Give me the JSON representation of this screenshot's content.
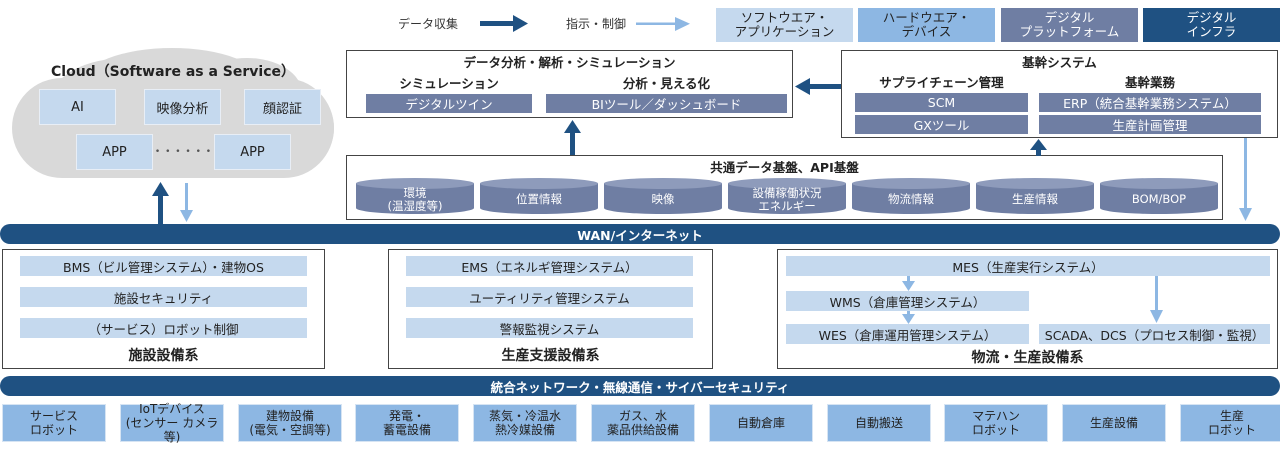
{
  "legend": {
    "data_collection": "データ収集",
    "instruction_control": "指示・制御",
    "categories": [
      {
        "label": "ソフトウエア・\nアプリケーション",
        "color": "#c5d9ee",
        "text_color": "#222222"
      },
      {
        "label": "ハードウエア・\nデバイス",
        "color": "#8db7e3",
        "text_color": "#222222"
      },
      {
        "label": "デジタル\nプラットフォーム",
        "color": "#6f7ea3",
        "text_color": "#ffffff"
      },
      {
        "label": "デジタル\nインフラ",
        "color": "#1f5182",
        "text_color": "#ffffff"
      }
    ],
    "arrow_colors": {
      "data_collection": "#1f5182",
      "instruction_control": "#8db7e3"
    }
  },
  "cloud": {
    "title": "Cloud（Software as a Service）",
    "row1": [
      "AI",
      "映像分析",
      "顔認証"
    ],
    "row2_left": "APP",
    "row2_dots": "• • • • • •",
    "row2_right": "APP"
  },
  "analytics": {
    "title": "データ分析・解析・シミュレーション",
    "left_heading": "シミュレーション",
    "left_item": "デジタルツイン",
    "right_heading": "分析・見える化",
    "right_item": "BIツール／ダッシュボード"
  },
  "core_system": {
    "title": "基幹システム",
    "left_heading": "サプライチェーン管理",
    "left_items": [
      "SCM",
      "GXツール"
    ],
    "right_heading": "基幹業務",
    "right_items": [
      "ERP（統合基幹業務システム）",
      "生産計画管理"
    ]
  },
  "data_platform": {
    "title": "共通データ基盤、API基盤",
    "stores": [
      "環境\n(温湿度等)",
      "位置情報",
      "映像",
      "設備稼働状況\nエネルギー",
      "物流情報",
      "生産情報",
      "BOM/BOP"
    ]
  },
  "wan": {
    "label": "WAN/インターネット"
  },
  "facility": {
    "title": "施設設備系",
    "items": [
      "BMS（ビル管理システム）・建物OS",
      "施設セキュリティ",
      "（サービス）ロボット制御"
    ]
  },
  "production_support": {
    "title": "生産支援設備系",
    "items": [
      "EMS（エネルギ管理システム）",
      "ユーティリティ管理システム",
      "警報監視システム"
    ]
  },
  "logistics_production": {
    "title": "物流・生産設備系",
    "mes": "MES（生産実行システム）",
    "wms": "WMS（倉庫管理システム）",
    "wes": "WES（倉庫運用管理システム）",
    "scada": "SCADA、DCS（プロセス制御・監視）"
  },
  "integrated_network": {
    "label": "統合ネットワーク・無線通信・サイバーセキュリティ"
  },
  "devices": [
    "サービス\nロボット",
    "IoTデバイス\n(センサー カメラ等)",
    "建物設備\n(電気・空調等)",
    "発電・\n蓄電設備",
    "蒸気・冷温水\n熱冷媒設備",
    "ガス、水\n薬品供給設備",
    "自動倉庫",
    "自動搬送",
    "マテハン\nロボット",
    "生産設備",
    "生産\nロボット"
  ]
}
